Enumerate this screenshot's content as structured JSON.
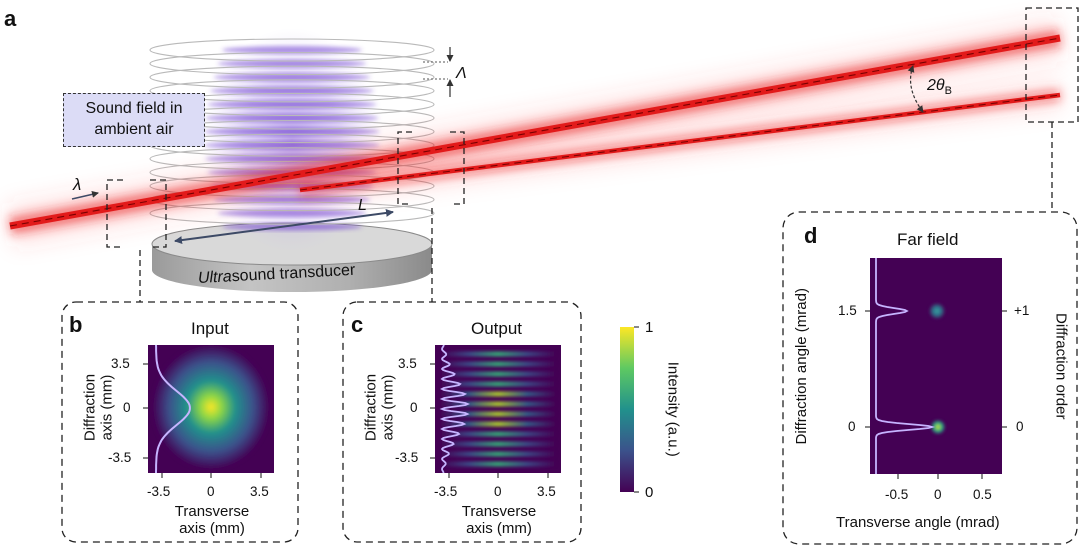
{
  "panels": {
    "a": "a",
    "b": "b",
    "c": "c",
    "d": "d"
  },
  "overview": {
    "sound_field_line1": "Sound field in",
    "sound_field_line2": "ambient air",
    "transducer_italic": "Ultra",
    "transducer_rest": "sound transducer",
    "wavelength_symbol": "λ",
    "length_symbol": "L",
    "acoustic_period_symbol": "Λ",
    "bragg_angle_prefix": "2θ",
    "bragg_angle_subscript": "B"
  },
  "input_panel": {
    "title": "Input",
    "ylabel_line1": "Diffraction",
    "ylabel_line2": "axis (mm)",
    "xlabel_line1": "Transverse",
    "xlabel_line2": "axis (mm)",
    "yticks": [
      "3.5",
      "0",
      "-3.5"
    ],
    "xticks": [
      "-3.5",
      "0",
      "3.5"
    ]
  },
  "output_panel": {
    "title": "Output",
    "ylabel_line1": "Diffraction",
    "ylabel_line2": "axis (mm)",
    "xlabel_line1": "Transverse",
    "xlabel_line2": "axis (mm)",
    "yticks": [
      "3.5",
      "0",
      "-3.5"
    ],
    "xticks": [
      "-3.5",
      "0",
      "3.5"
    ]
  },
  "colorbar": {
    "label": "Intensity (a.u.)",
    "max_label": "1",
    "min_label": "0",
    "colormap": [
      "#440154",
      "#3b528b",
      "#21918c",
      "#5ec962",
      "#fde725"
    ]
  },
  "far_field_panel": {
    "title": "Far field",
    "ylabel": "Diffraction angle (mrad)",
    "right_label": "Diffraction order",
    "xlabel": "Transverse angle (mrad)",
    "yticks": [
      "1.5",
      "0"
    ],
    "xticks": [
      "-0.5",
      "0",
      "0.5"
    ],
    "right_ticks": [
      "+1",
      "0"
    ]
  },
  "colors": {
    "laser": "#e21a1a",
    "field_background": "#440154",
    "profile_line": "#c6b4ff",
    "callout_fill": "#dcdcf6"
  }
}
